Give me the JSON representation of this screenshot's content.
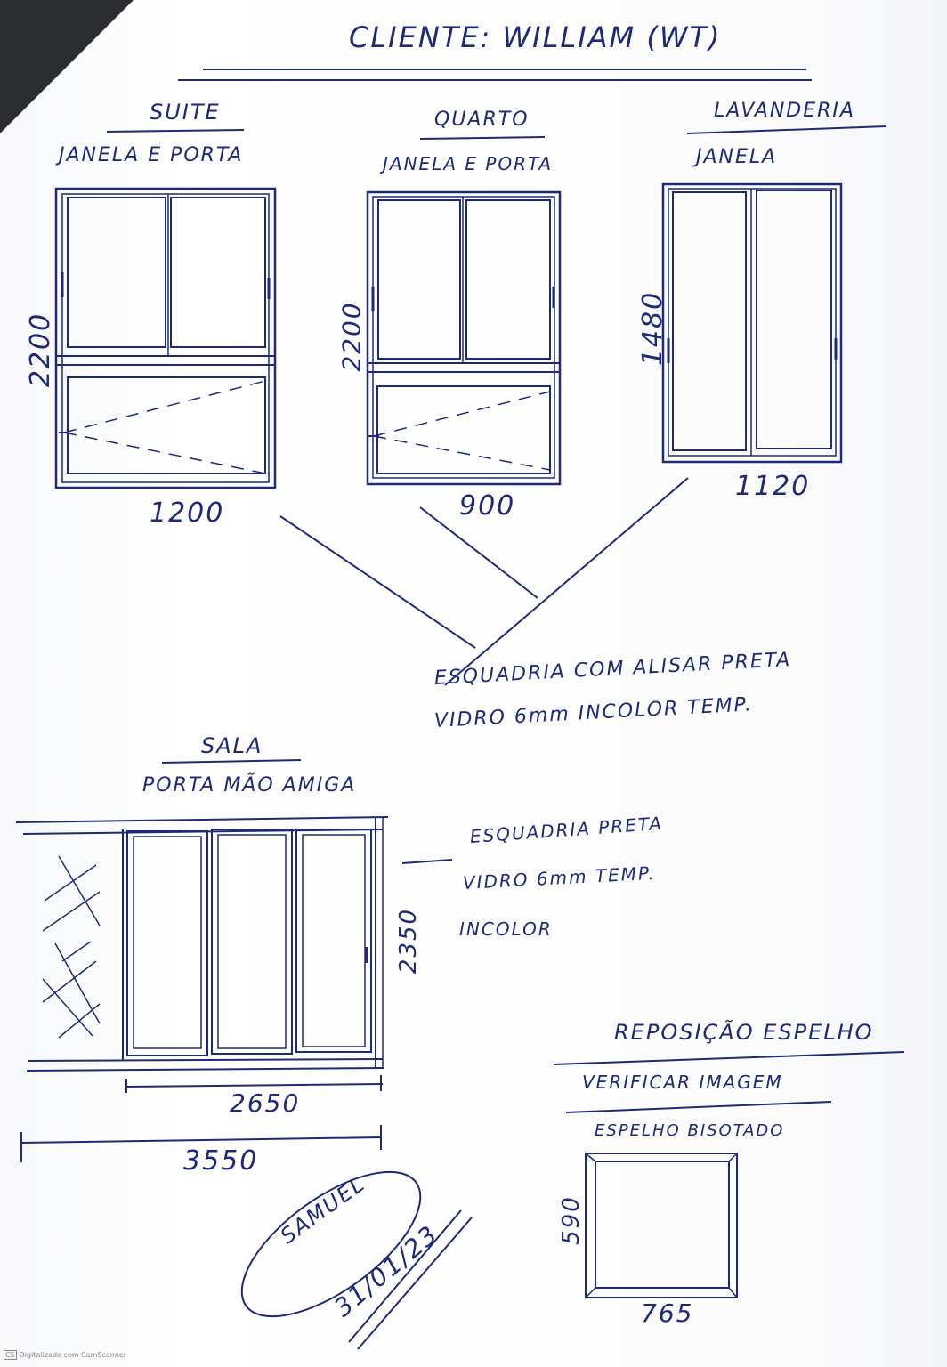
{
  "title": "CLIENTE: WILLIAM (WT)",
  "suite": {
    "room": "SUITE",
    "type": "JANELA E PORTA",
    "height": "2200",
    "width": "1200"
  },
  "quarto": {
    "room": "QUARTO",
    "type": "JANELA E PORTA",
    "height": "2200",
    "width": "900"
  },
  "lavanderia": {
    "room": "LAVANDERIA",
    "type": "JANELA",
    "height": "1480",
    "width": "1120"
  },
  "note_top": {
    "line1": "ESQUADRIA COM ALISAR PRETA",
    "line2": "VIDRO 6mm INCOLOR TEMP."
  },
  "sala": {
    "room": "SALA",
    "type": "PORTA MÃO AMIGA",
    "height": "2350",
    "inner_width": "2650",
    "total_width": "3550"
  },
  "note_sala": {
    "line1": "ESQUADRIA PRETA",
    "line2": "VIDRO 6mm TEMP.",
    "line3": "INCOLOR"
  },
  "espelho": {
    "title": "REPOSIÇÃO ESPELHO",
    "subtitle": "VERIFICAR IMAGEM",
    "type": "ESPELHO BISOTADO",
    "height": "590",
    "width": "765"
  },
  "signature": {
    "name": "SAMUEL",
    "date": "31/01/23"
  },
  "footer": {
    "badge": "CS",
    "text": "Digitalizado com CamScanner"
  }
}
